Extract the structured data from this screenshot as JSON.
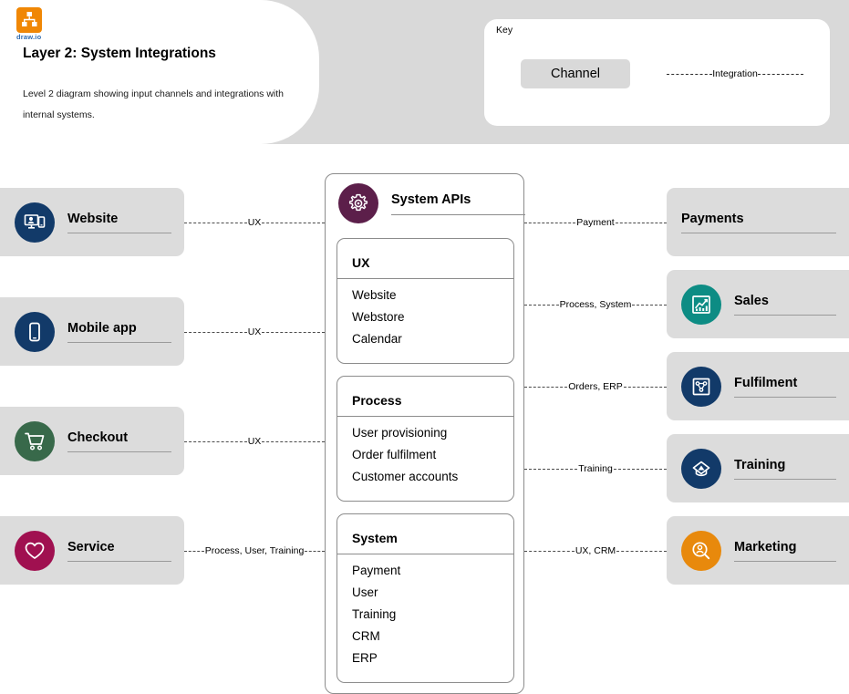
{
  "header": {
    "logo_name": "drawio-logo",
    "wordmark": "draw.io",
    "title": "Layer 2: System Integrations",
    "subtitle": "Level 2 diagram showing input channels and integrations with internal systems."
  },
  "key": {
    "title": "Key",
    "channel_label": "Channel",
    "integration_label": "Integration"
  },
  "channels": [
    {
      "label": "Website",
      "icon": "devices-icon",
      "color": "#123a69",
      "connector": "UX"
    },
    {
      "label": "Mobile app",
      "icon": "mobile-icon",
      "color": "#123a69",
      "connector": "UX"
    },
    {
      "label": "Checkout",
      "icon": "cart-icon",
      "color": "#38694a",
      "connector": "UX"
    },
    {
      "label": "Service",
      "icon": "heart-icon",
      "color": "#a01050",
      "connector": "Process, User, Training"
    }
  ],
  "systems": [
    {
      "label": "Payments",
      "icon": "",
      "color": "",
      "connector": "Payment"
    },
    {
      "label": "Sales",
      "icon": "chart-icon",
      "color": "#0d8c84",
      "connector": "Process, System"
    },
    {
      "label": "Fulfilment",
      "icon": "workflow-icon",
      "color": "#123a69",
      "connector": "Orders, ERP"
    },
    {
      "label": "Training",
      "icon": "graduation-icon",
      "color": "#123a69",
      "connector": "Training"
    },
    {
      "label": "Marketing",
      "icon": "audience-icon",
      "color": "#e8890c",
      "connector": "UX, CRM"
    }
  ],
  "center": {
    "title": "System APIs",
    "icon": "gear-icon",
    "icon_color": "#5c1f4a",
    "groups": [
      {
        "title": "UX",
        "items": [
          "Website",
          "Webstore",
          "Calendar"
        ]
      },
      {
        "title": "Process",
        "items": [
          "User provisioning",
          "Order fulfilment",
          "Customer accounts"
        ]
      },
      {
        "title": "System",
        "items": [
          "Payment",
          "User",
          "Training",
          "CRM",
          "ERP"
        ]
      }
    ]
  },
  "colors": {
    "band": "#d9d9d9",
    "card": "#dcdcdc",
    "stroke": "#8c8c8c",
    "accent_orange": "#f08705"
  }
}
